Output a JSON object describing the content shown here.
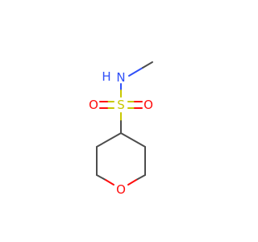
{
  "atoms": {
    "nh_h": "H",
    "nh_n": "N",
    "sulfur": "S",
    "oxygen_left": "O",
    "oxygen_right": "O",
    "ring_oxygen": "O"
  },
  "colors": {
    "carbon_bond": "#4d4d4d",
    "nitrogen": "#3050f8",
    "sulfur": "#c8c800",
    "oxygen": "#ff0d0d"
  }
}
